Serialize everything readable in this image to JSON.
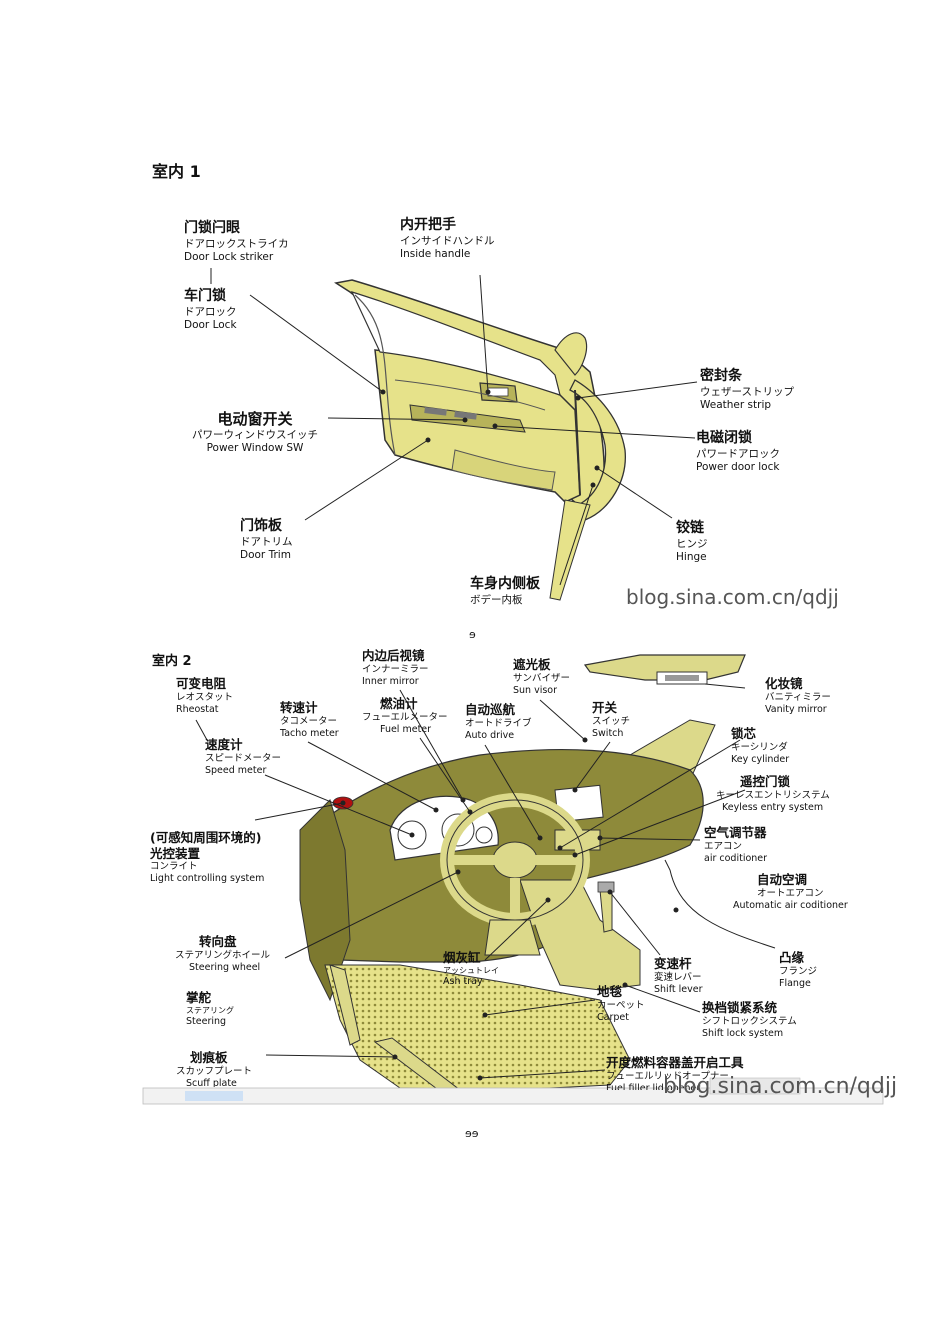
{
  "section1": {
    "title": "室内 1",
    "labels": [
      {
        "id": "door-lock-striker",
        "zh": "门锁闩眼",
        "ja": "ドアロックストライカ",
        "en": "Door Lock striker"
      },
      {
        "id": "door-lock",
        "zh": "车门锁",
        "ja": "ドアロック",
        "en": "Door Lock"
      },
      {
        "id": "inside-handle",
        "zh": "内开把手",
        "ja": "インサイドハンドル",
        "en": "Inside handle"
      },
      {
        "id": "weather-strip",
        "zh": "密封条",
        "ja": "ウェザーストリップ",
        "en": "Weather strip"
      },
      {
        "id": "power-window-sw",
        "zh": "电动窗开关",
        "ja": "パワーウィンドウスイッチ",
        "en": "Power Window SW"
      },
      {
        "id": "power-door-lock",
        "zh": "电磁闭锁",
        "ja": "パワードアロック",
        "en": "Power door lock"
      },
      {
        "id": "door-trim",
        "zh": "门饰板",
        "ja": "ドアトリム",
        "en": "Door Trim"
      },
      {
        "id": "hinge",
        "zh": "铰链",
        "ja": "ヒンジ",
        "en": "Hinge"
      },
      {
        "id": "body-inner-panel",
        "zh": "车身内侧板",
        "ja": "ボデー内板",
        "en": ""
      }
    ],
    "watermark": "blog.sina.com.cn/qdjj"
  },
  "caption1": "ɘ",
  "section2": {
    "title": "室内 2",
    "labels": [
      {
        "id": "rheostat",
        "zh": "可变电阻",
        "ja": "レオスタット",
        "en": "Rheostat"
      },
      {
        "id": "speed-meter",
        "zh": "速度计",
        "ja": "スピードメーター",
        "en": "Speed meter"
      },
      {
        "id": "tacho-meter",
        "zh": "转速计",
        "ja": "タコメーター",
        "en": "Tacho meter"
      },
      {
        "id": "inner-mirror",
        "zh": "内边后视镜",
        "ja": "インナーミラー",
        "en": "Inner mirror"
      },
      {
        "id": "fuel-meter",
        "zh": "燃油计",
        "ja": "フューエルメーター",
        "en": "Fuel meter"
      },
      {
        "id": "auto-drive",
        "zh": "自动巡航",
        "ja": "オートドライブ",
        "en": "Auto drive"
      },
      {
        "id": "sun-visor",
        "zh": "遮光板",
        "ja": "サンバイザー",
        "en": "Sun visor"
      },
      {
        "id": "switch",
        "zh": "开关",
        "ja": "スイッチ",
        "en": "Switch"
      },
      {
        "id": "vanity-mirror",
        "zh": "化妆镜",
        "ja": "バニティミラー",
        "en": "Vanity mirror"
      },
      {
        "id": "key-cylinder",
        "zh": "锁芯",
        "ja": "キーシリンダ",
        "en": "Key cylinder"
      },
      {
        "id": "keyless-entry",
        "zh": "遥控门锁",
        "ja": "キーレスエントリシステム",
        "en": "Keyless entry system"
      },
      {
        "id": "light-controlling",
        "zh": "(可感知周围环境的)\n光控装置",
        "ja": "コンライト",
        "en": "Light controlling system"
      },
      {
        "id": "air-conditioner",
        "zh": "空气调节器",
        "ja": "エアコン",
        "en": "air coditioner"
      },
      {
        "id": "auto-air-conditioner",
        "zh": "自动空调",
        "ja": "オートエアコン",
        "en": "Automatic air coditioner"
      },
      {
        "id": "steering-wheel",
        "zh": "转向盘",
        "ja": "ステアリングホイール",
        "en": "Steering wheel"
      },
      {
        "id": "ash-tray",
        "zh": "烟灰缸",
        "ja": "アッシュトレイ",
        "en": "Ash tray"
      },
      {
        "id": "shift-lever",
        "zh": "变速杆",
        "ja": "変速レバー",
        "en": "Shift lever"
      },
      {
        "id": "flange",
        "zh": "凸缘",
        "ja": "フランジ",
        "en": "Flange"
      },
      {
        "id": "steering",
        "zh": "掌舵",
        "ja": "ステアリング",
        "en": "Steering"
      },
      {
        "id": "carpet",
        "zh": "地毯",
        "ja": "カーペット",
        "en": "Carpet"
      },
      {
        "id": "shift-lock",
        "zh": "换档锁紧系统",
        "ja": "シフトロックシステム",
        "en": "Shift lock system"
      },
      {
        "id": "scuff-plate",
        "zh": "划痕板",
        "ja": "スカッフプレート",
        "en": "Scuff plate"
      },
      {
        "id": "fuel-lid-opener",
        "zh": "开度燃料容器盖开启工具",
        "ja": "フューエルリッドオープナー",
        "en": "Fuel filler lid opener"
      }
    ],
    "watermark": "blog.sina.com.cn/qdjj"
  },
  "caption2": "ɘɘ",
  "colors": {
    "door": "#e6e28a",
    "door_dark": "#b7b35a",
    "dash": "#8e8a3a",
    "dash_light": "#dcd98a",
    "line": "#222222",
    "red": "#b01010"
  }
}
